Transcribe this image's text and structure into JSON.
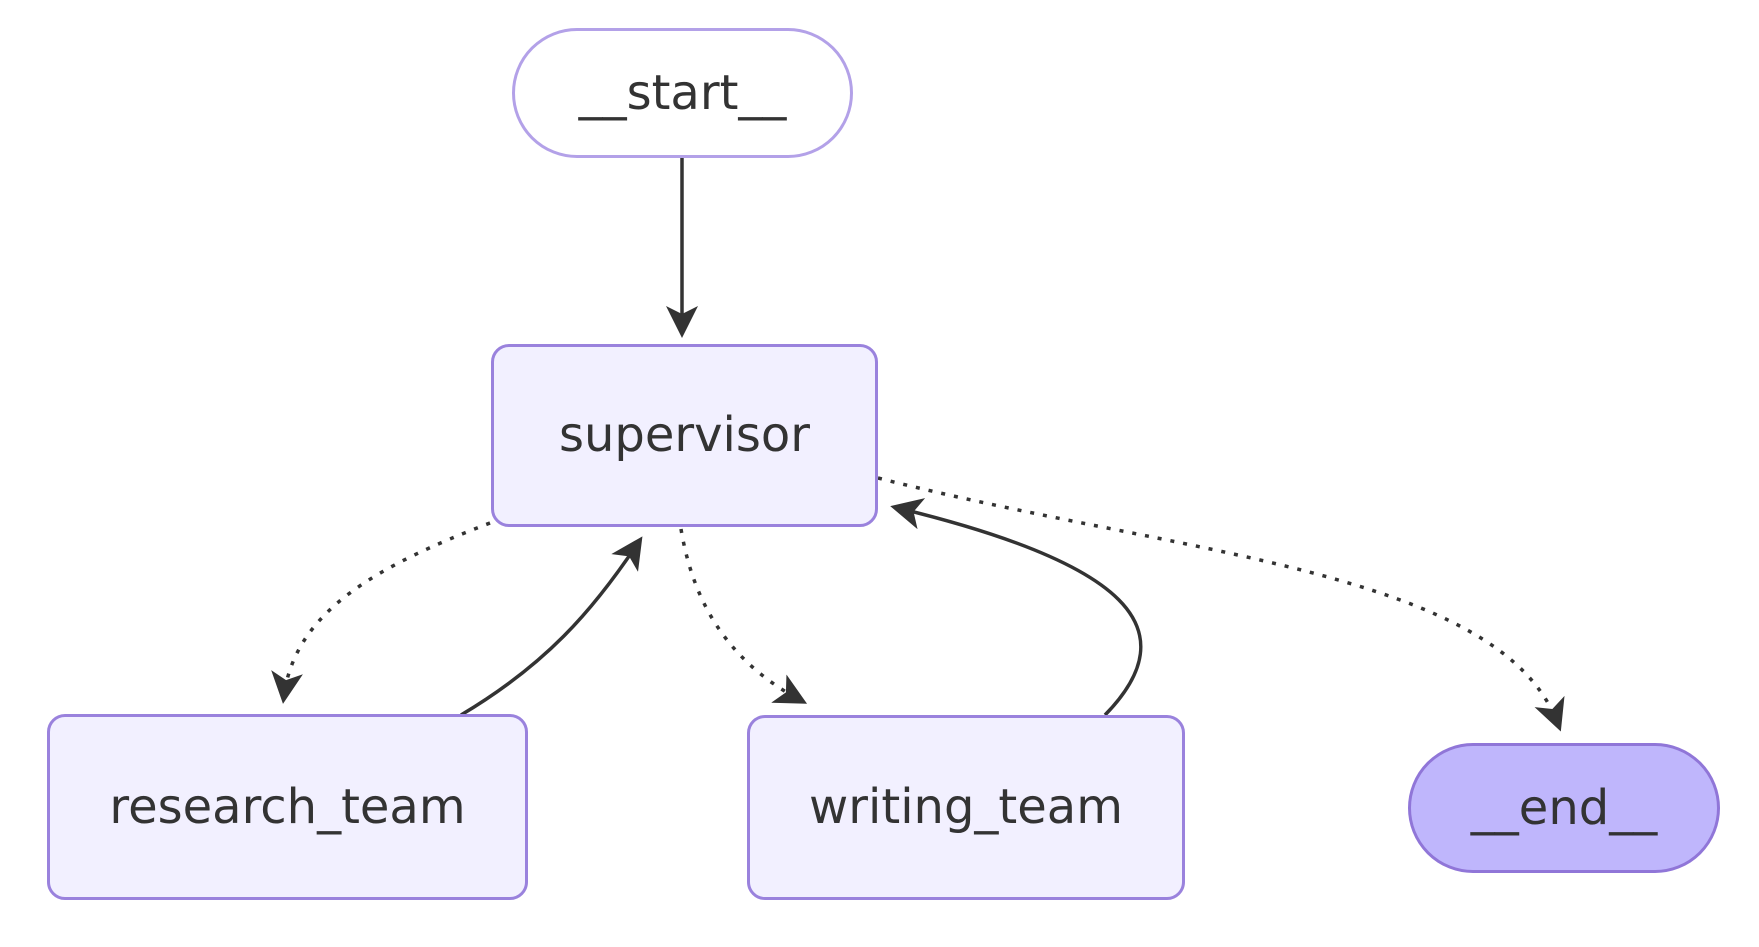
{
  "diagram": {
    "kind": "state-graph",
    "background_color": "#ffffff",
    "colors": {
      "node_fill": "#f2f0ff",
      "node_border": "#9a82dd",
      "start_fill": "#ffffff",
      "end_fill": "#bfb6fc",
      "edge_stroke": "#333333",
      "label_text": "#333333"
    },
    "nodes": {
      "start": {
        "label": "__start__",
        "shape": "stadium"
      },
      "supervisor": {
        "label": "supervisor",
        "shape": "rounded-rect"
      },
      "research_team": {
        "label": "research_team",
        "shape": "rounded-rect"
      },
      "writing_team": {
        "label": "writing_team",
        "shape": "rounded-rect"
      },
      "end": {
        "label": "__end__",
        "shape": "stadium"
      }
    },
    "edges": [
      {
        "from": "__start__",
        "to": "supervisor",
        "style": "solid"
      },
      {
        "from": "supervisor",
        "to": "research_team",
        "style": "dotted"
      },
      {
        "from": "research_team",
        "to": "supervisor",
        "style": "solid"
      },
      {
        "from": "supervisor",
        "to": "writing_team",
        "style": "dotted"
      },
      {
        "from": "writing_team",
        "to": "supervisor",
        "style": "solid"
      },
      {
        "from": "supervisor",
        "to": "__end__",
        "style": "dotted"
      }
    ]
  }
}
